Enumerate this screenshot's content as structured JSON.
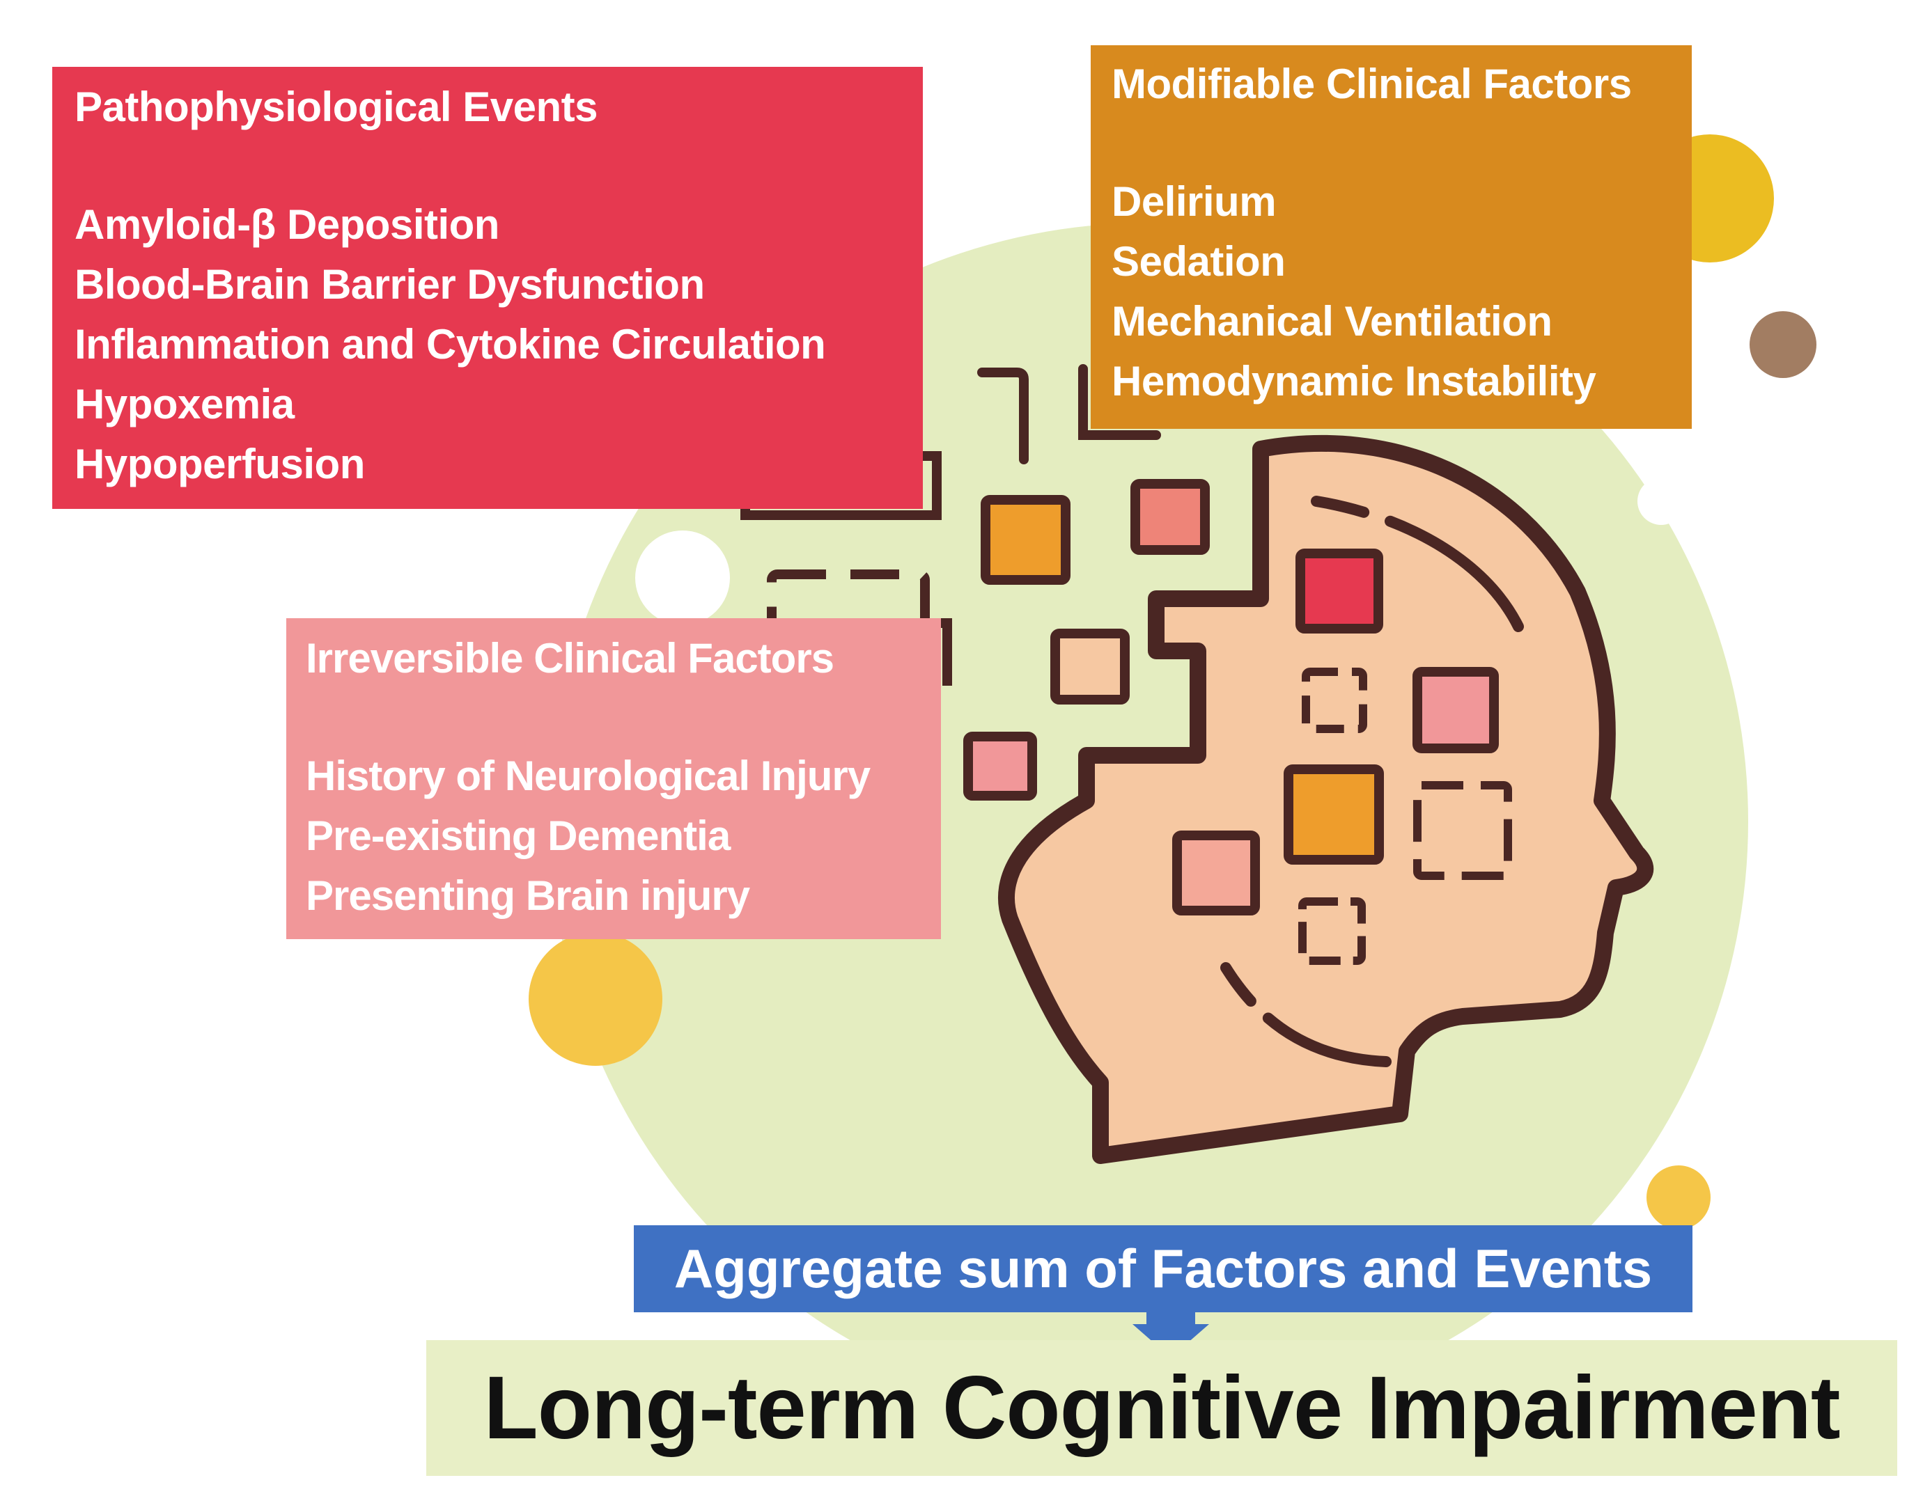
{
  "pathophysiological": {
    "title": "Pathophysiological Events",
    "items": [
      "Amyloid-β Deposition",
      "Blood-Brain Barrier Dysfunction",
      "Inflammation and Cytokine Circulation",
      "Hypoxemia",
      "Hypoperfusion"
    ]
  },
  "modifiable": {
    "title": "Modifiable Clinical Factors",
    "items": [
      "Delirium",
      "Sedation",
      "Mechanical Ventilation",
      "Hemodynamic Instability"
    ]
  },
  "irreversible": {
    "title": "Irreversible Clinical Factors",
    "items": [
      "History of Neurological Injury",
      "Pre-existing Dementia",
      "Presenting Brain injury"
    ]
  },
  "aggregate_label": "Aggregate sum of Factors and Events",
  "outcome_label": "Long-term Cognitive Impairment",
  "colors": {
    "pathophysiological": "#e63950",
    "modifiable": "#d88a1e",
    "irreversible": "#f19799",
    "aggregate": "#3f71c3",
    "outcome": "#e8efc6",
    "head_fill": "#f6c8a2",
    "head_outline": "#4a2623",
    "background_circle": "#e4edc0"
  }
}
